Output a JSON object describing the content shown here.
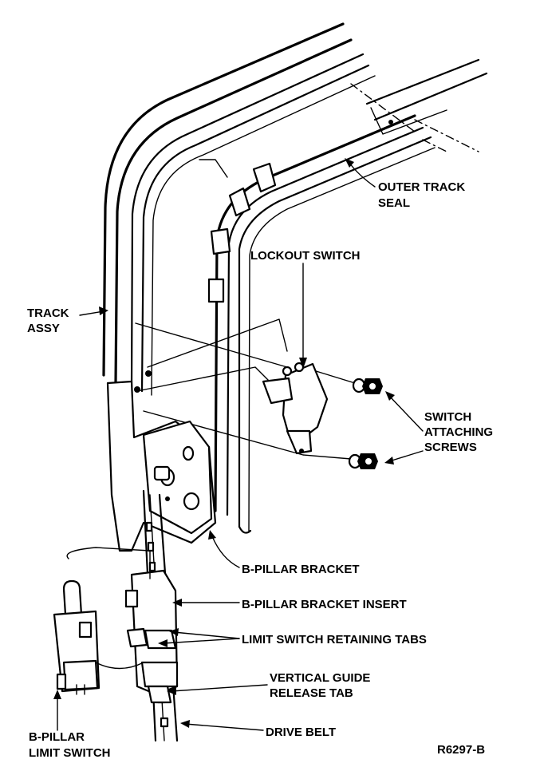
{
  "labels": {
    "outer_track_seal_1": "OUTER TRACK",
    "outer_track_seal_2": "SEAL",
    "lockout_switch": "LOCKOUT SWITCH",
    "track_assy_1": "TRACK",
    "track_assy_2": "ASSY",
    "switch_screws_1": "SWITCH",
    "switch_screws_2": "ATTACHING",
    "switch_screws_3": "SCREWS",
    "b_pillar_bracket": "B-PILLAR BRACKET",
    "bracket_insert": "B-PILLAR BRACKET INSERT",
    "retaining_tabs": "LIMIT SWITCH RETAINING TABS",
    "vertical_guide_1": "VERTICAL GUIDE",
    "vertical_guide_2": "RELEASE TAB",
    "drive_belt": "DRIVE BELT",
    "limit_switch_1": "B-PILLAR",
    "limit_switch_2": "LIMIT SWITCH",
    "figure_code": "R6297-B"
  }
}
